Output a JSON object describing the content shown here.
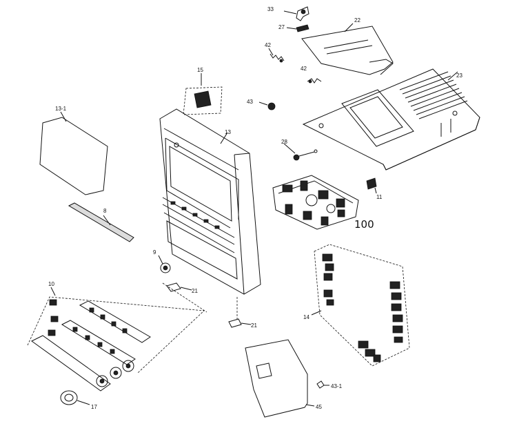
{
  "labels": {
    "l33": "33",
    "l27": "27",
    "l22": "22",
    "l42a": "42",
    "l42b": "42",
    "l23": "23",
    "l15": "15",
    "l43": "43",
    "l13_1": "13-1",
    "l13": "13",
    "l28": "28",
    "l11": "11",
    "l8": "8",
    "l100": "100",
    "l9": "9",
    "l21a": "21",
    "l10": "10",
    "l14": "14",
    "l21b": "21",
    "l43_1": "43-1",
    "l45": "45",
    "l17": "17"
  }
}
